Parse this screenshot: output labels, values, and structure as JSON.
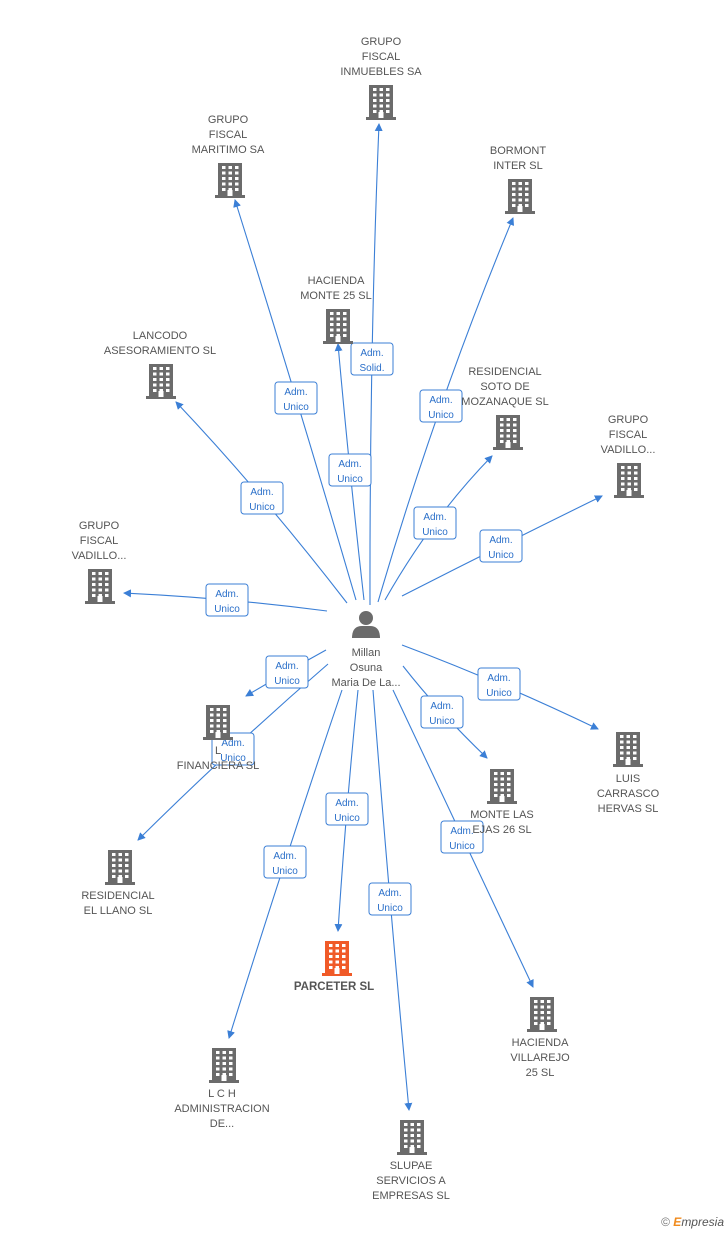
{
  "colors": {
    "edge": "#3b7fd6",
    "label_border": "#3b7fd6",
    "label_text": "#2a6fc9",
    "building": "#6b6b6b",
    "building_highlight": "#f05a28",
    "person": "#6b6b6b",
    "node_text": "#555555"
  },
  "center": {
    "name": "center-person",
    "label_lines": [
      "Millan",
      "Osuna",
      "Maria De La..."
    ]
  },
  "nodes": [
    {
      "id": "grupo-fiscal-inmuebles",
      "label_lines": [
        "GRUPO",
        "FISCAL",
        "INMUEBLES SA"
      ],
      "highlight": false
    },
    {
      "id": "grupo-fiscal-maritimo",
      "label_lines": [
        "GRUPO",
        "FISCAL",
        "MARITIMO SA"
      ],
      "highlight": false
    },
    {
      "id": "bormont-inter",
      "label_lines": [
        "BORMONT",
        "INTER SL"
      ],
      "highlight": false
    },
    {
      "id": "hacienda-monte-25",
      "label_lines": [
        "HACIENDA",
        "MONTE 25 SL"
      ],
      "highlight": false
    },
    {
      "id": "lancodo-asesoramiento",
      "label_lines": [
        "LANCODO",
        "ASESORAMIENTO SL"
      ],
      "highlight": false
    },
    {
      "id": "residencial-soto",
      "label_lines": [
        "RESIDENCIAL",
        "SOTO DE",
        "MOZANAQUE SL"
      ],
      "highlight": false
    },
    {
      "id": "grupo-fiscal-vadillo-right",
      "label_lines": [
        "GRUPO",
        "FISCAL",
        "VADILLO..."
      ],
      "highlight": false
    },
    {
      "id": "grupo-fiscal-vadillo-left",
      "label_lines": [
        "GRUPO",
        "FISCAL",
        "VADILLO..."
      ],
      "highlight": false
    },
    {
      "id": "financiera",
      "label_lines": [
        "L",
        "FINANCIERA SL"
      ],
      "highlight": false
    },
    {
      "id": "luis-carrasco",
      "label_lines": [
        "LUIS",
        "CARRASCO",
        "HERVAS SL"
      ],
      "highlight": false
    },
    {
      "id": "monte-las",
      "label_lines": [
        "MONTE LAS",
        "EJAS 26 SL"
      ],
      "highlight": false
    },
    {
      "id": "residencial-el-llano",
      "label_lines": [
        "RESIDENCIAL",
        "EL LLANO SL"
      ],
      "highlight": false
    },
    {
      "id": "parceter",
      "label_lines": [
        "PARCETER SL"
      ],
      "highlight": true
    },
    {
      "id": "hacienda-villarejo",
      "label_lines": [
        "HACIENDA",
        "VILLAREJO",
        "25 SL"
      ],
      "highlight": false
    },
    {
      "id": "lch-administracion",
      "label_lines": [
        "L C H",
        "ADMINISTRACION",
        "DE..."
      ],
      "highlight": false
    },
    {
      "id": "slupae-servicios",
      "label_lines": [
        "SLUPAE",
        "SERVICIOS A",
        "EMPRESAS SL"
      ],
      "highlight": false
    }
  ],
  "edges": [
    {
      "to": "grupo-fiscal-inmuebles",
      "label_lines": [
        "Adm.",
        "Solid."
      ]
    },
    {
      "to": "grupo-fiscal-maritimo",
      "label_lines": [
        "Adm.",
        "Unico"
      ]
    },
    {
      "to": "bormont-inter",
      "label_lines": [
        "Adm.",
        "Unico"
      ]
    },
    {
      "to": "hacienda-monte-25",
      "label_lines": [
        "Adm.",
        "Unico"
      ]
    },
    {
      "to": "lancodo-asesoramiento",
      "label_lines": [
        "Adm.",
        "Unico"
      ]
    },
    {
      "to": "residencial-soto",
      "label_lines": [
        "Adm.",
        "Unico"
      ]
    },
    {
      "to": "grupo-fiscal-vadillo-right",
      "label_lines": [
        "Adm.",
        "Unico"
      ]
    },
    {
      "to": "grupo-fiscal-vadillo-left",
      "label_lines": [
        "Adm.",
        "Unico"
      ]
    },
    {
      "to": "financiera",
      "label_lines": [
        "Adm.",
        "Unico"
      ]
    },
    {
      "to": "residencial-el-llano",
      "label_lines": [
        "Adm.",
        "Unico"
      ]
    },
    {
      "to": "luis-carrasco",
      "label_lines": [
        "Adm.",
        "Unico"
      ]
    },
    {
      "to": "monte-las",
      "label_lines": [
        "Adm.",
        "Unico"
      ]
    },
    {
      "to": "parceter",
      "label_lines": [
        "Adm.",
        "Unico"
      ]
    },
    {
      "to": "hacienda-villarejo",
      "label_lines": [
        "Adm.",
        "Unico"
      ]
    },
    {
      "to": "lch-administracion",
      "label_lines": [
        "Adm.",
        "Unico"
      ]
    },
    {
      "to": "slupae-servicios",
      "label_lines": [
        "Adm.",
        "Unico"
      ]
    }
  ],
  "footer": {
    "copyright_symbol": "©",
    "brand_initial": "E",
    "brand_rest": "mpresia"
  }
}
